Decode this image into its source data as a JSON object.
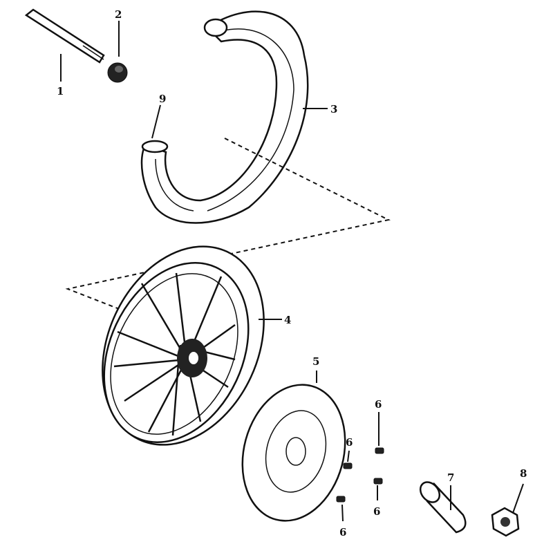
{
  "diagram": {
    "labels": {
      "axle": "1",
      "axle_nut": "2",
      "tire": "3",
      "wheel_rim": "4",
      "brake_disc": "5",
      "disc_bolt_a": "6",
      "disc_bolt_b": "6",
      "disc_bolt_c": "6",
      "disc_bolt_d": "6",
      "spacer": "7",
      "nut": "8",
      "inner_tube": "9"
    }
  }
}
